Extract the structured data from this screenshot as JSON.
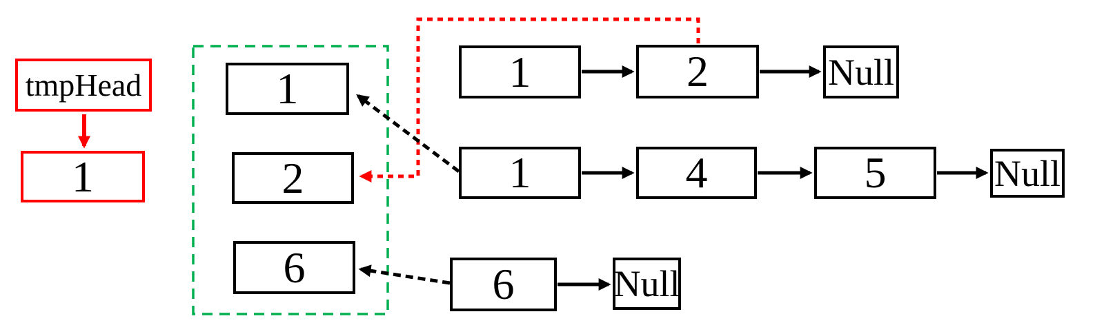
{
  "palette": {
    "accent_red": "#FF0000",
    "accent_green": "#00B050",
    "line_black": "#000000",
    "background": "#FFFFFF"
  },
  "tmp_head": {
    "label": "tmpHead",
    "first_node_value": "1"
  },
  "candidate_container": {
    "nodes": [
      {
        "value": "1"
      },
      {
        "value": "2"
      },
      {
        "value": "6"
      }
    ]
  },
  "lists": [
    {
      "nodes": [
        {
          "value": "1"
        },
        {
          "value": "2"
        }
      ],
      "terminator": "Null"
    },
    {
      "nodes": [
        {
          "value": "1"
        },
        {
          "value": "4"
        },
        {
          "value": "5"
        }
      ],
      "terminator": "Null"
    },
    {
      "nodes": [
        {
          "value": "6"
        }
      ],
      "terminator": "Null"
    }
  ]
}
